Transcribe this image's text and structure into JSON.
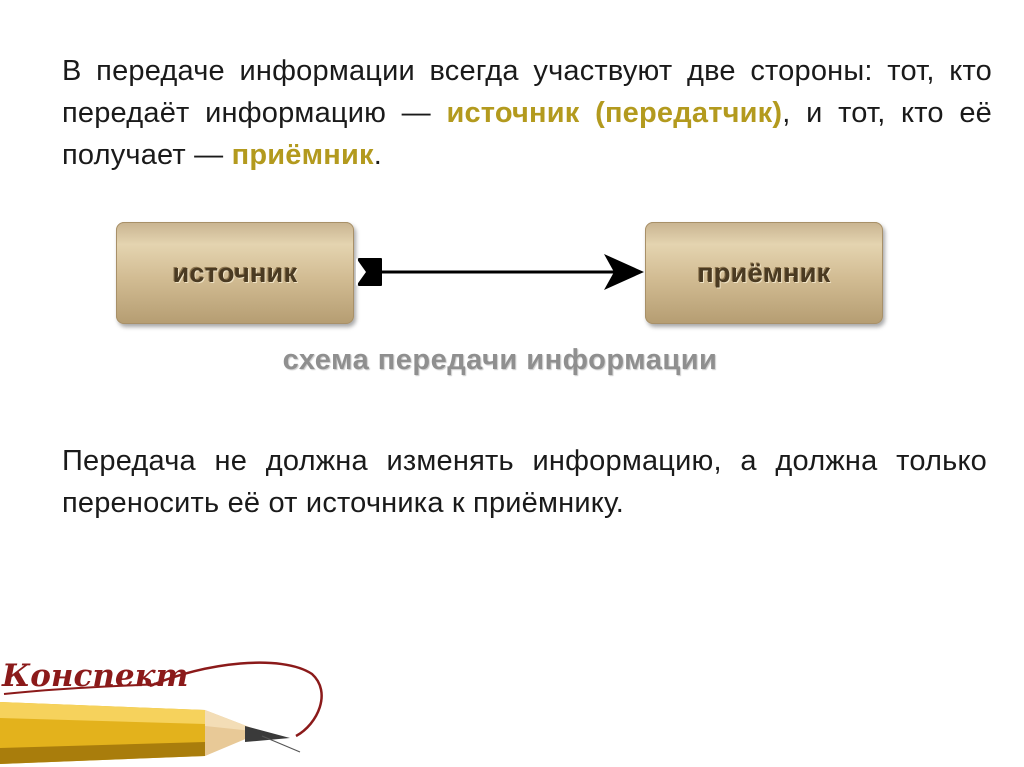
{
  "intro": {
    "part1": "В передаче информации всегда участвуют две стороны: тот, кто передаёт информацию — ",
    "source_term": "источник (передатчик)",
    "part2": ", и тот, кто её получает — ",
    "receiver_term": "приёмник",
    "part3": "."
  },
  "diagram": {
    "source_label": "источник",
    "receiver_label": "приёмник",
    "caption": "схема передачи информации"
  },
  "note": {
    "text": "Передача не должна изменять информацию, а должна только переносить её от источника к приёмнику."
  },
  "logo": {
    "text": "Конспект",
    "icon": "pencil-icon"
  },
  "colors": {
    "highlight": "#b39a1e",
    "box_fill": "#d2bc93",
    "caption": "#8f8f8f",
    "logo_red": "#8b1a1a"
  }
}
